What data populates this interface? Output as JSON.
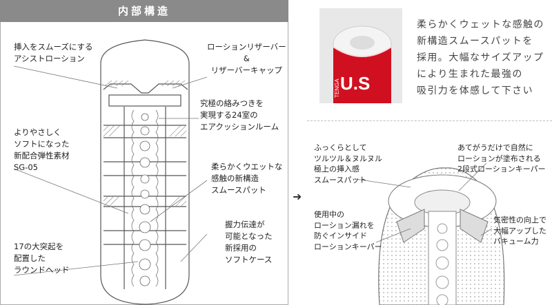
{
  "left_panel": {
    "header": "内部構造",
    "labels": {
      "insert_lotion": "挿入をスムーズにする\nアシストローション",
      "lotion_reservoir": "ローションリザーバー\n&\nリザーバーキャップ",
      "air_cushion": "究極の絡みつきを\n実現する24室の\nエアクッションルーム",
      "material": "よりやさしく\nソフトになった\n新配合弾性素材\nSG-05",
      "smooth_pad": "柔らかくウエットな\n感触の新構造\nスムースパット",
      "case": "握力伝達が\n可能となった\n新採用の\nソフトケース",
      "round_head": "17の大突起を\n配置した\nラウンドヘッド"
    }
  },
  "arrow": "➜",
  "right_top": {
    "photo_text": "U.S",
    "brand_text": "TENGA",
    "description": "柔らかくウェットな感触の\n新構造スムースパットを\n採用。大幅なサイズアップ\nにより生まれた最強の\n吸引力を体感して下さい"
  },
  "right_bottom": {
    "labels": {
      "smooth_pad": "ふっくらとして\nツルツル＆ヌルヌル\n極上の挿入感\nスムースパット",
      "lotion_keeper_2": "あてがうだけで自然に\nローションが塗布される\n2段式ローションキーパー",
      "inside_keeper": "使用中の\nローション漏れを\n防ぐインサイド\nローションキーパー",
      "vacuum": "気密性の向上で\n大幅アップした\nバキューム力"
    }
  },
  "colors": {
    "header_bg": "#8a8a8a",
    "red": "#d01020",
    "line": "#555555"
  }
}
